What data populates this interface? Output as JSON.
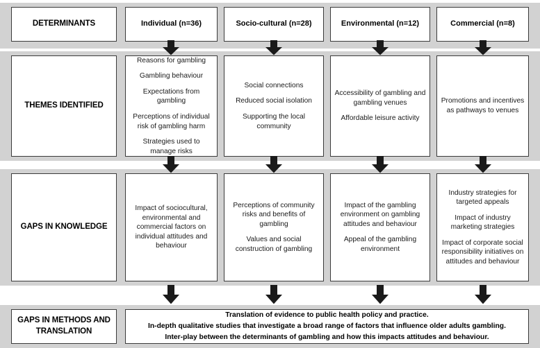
{
  "rows": [
    {
      "label": "DETERMINANTS",
      "columns": [
        {
          "title": "Individual",
          "n": "(n=36)"
        },
        {
          "title": "Socio-cultural",
          "n": "(n=28)"
        },
        {
          "title": "Environmental",
          "n": "(n=12)"
        },
        {
          "title": "Commercial",
          "n": "(n=8)"
        }
      ]
    },
    {
      "label": "THEMES IDENTIFIED",
      "columns": [
        {
          "items": [
            "Reasons for gambling",
            "Gambling behaviour",
            "Expectations from gambling",
            "Perceptions of individual risk of gambling harm",
            "Strategies used to manage risks"
          ]
        },
        {
          "items": [
            "Social connections",
            "Reduced social isolation",
            "Supporting the local community"
          ]
        },
        {
          "items": [
            "Accessibility of gambling and gambling venues",
            "Affordable leisure activity"
          ]
        },
        {
          "items": [
            "Promotions and incentives as pathways to venues"
          ]
        }
      ]
    },
    {
      "label": "GAPS IN KNOWLEDGE",
      "columns": [
        {
          "items": [
            "Impact of sociocultural, environmental and commercial factors on individual attitudes and behaviour"
          ]
        },
        {
          "items": [
            "Perceptions of community risks and benefits of gambling",
            "Values and social construction of gambling"
          ]
        },
        {
          "items": [
            "Impact of the gambling environment on gambling attitudes and behaviour",
            "Appeal of the gambling environment"
          ]
        },
        {
          "items": [
            "Industry strategies for targeted appeals",
            "Impact of industry marketing strategies",
            "Impact of corporate social responsibility initiatives on attitudes and behaviour"
          ]
        }
      ]
    },
    {
      "label": "GAPS IN METHODS AND TRANSLATION",
      "summary": [
        "Translation of evidence to public health policy and practice.",
        "In-depth qualitative studies that investigate a broad range of factors that influence older adults gambling.",
        "Inter-play between the determinants of gambling and how this impacts attitudes and behaviour."
      ]
    }
  ],
  "colors": {
    "band": "#d2d2d2",
    "box_border": "#3a3a3a",
    "box_fill": "#ffffff",
    "arrow": "#1a1a1a",
    "text": "#000000"
  },
  "arrow_icon": "down-arrow-icon"
}
